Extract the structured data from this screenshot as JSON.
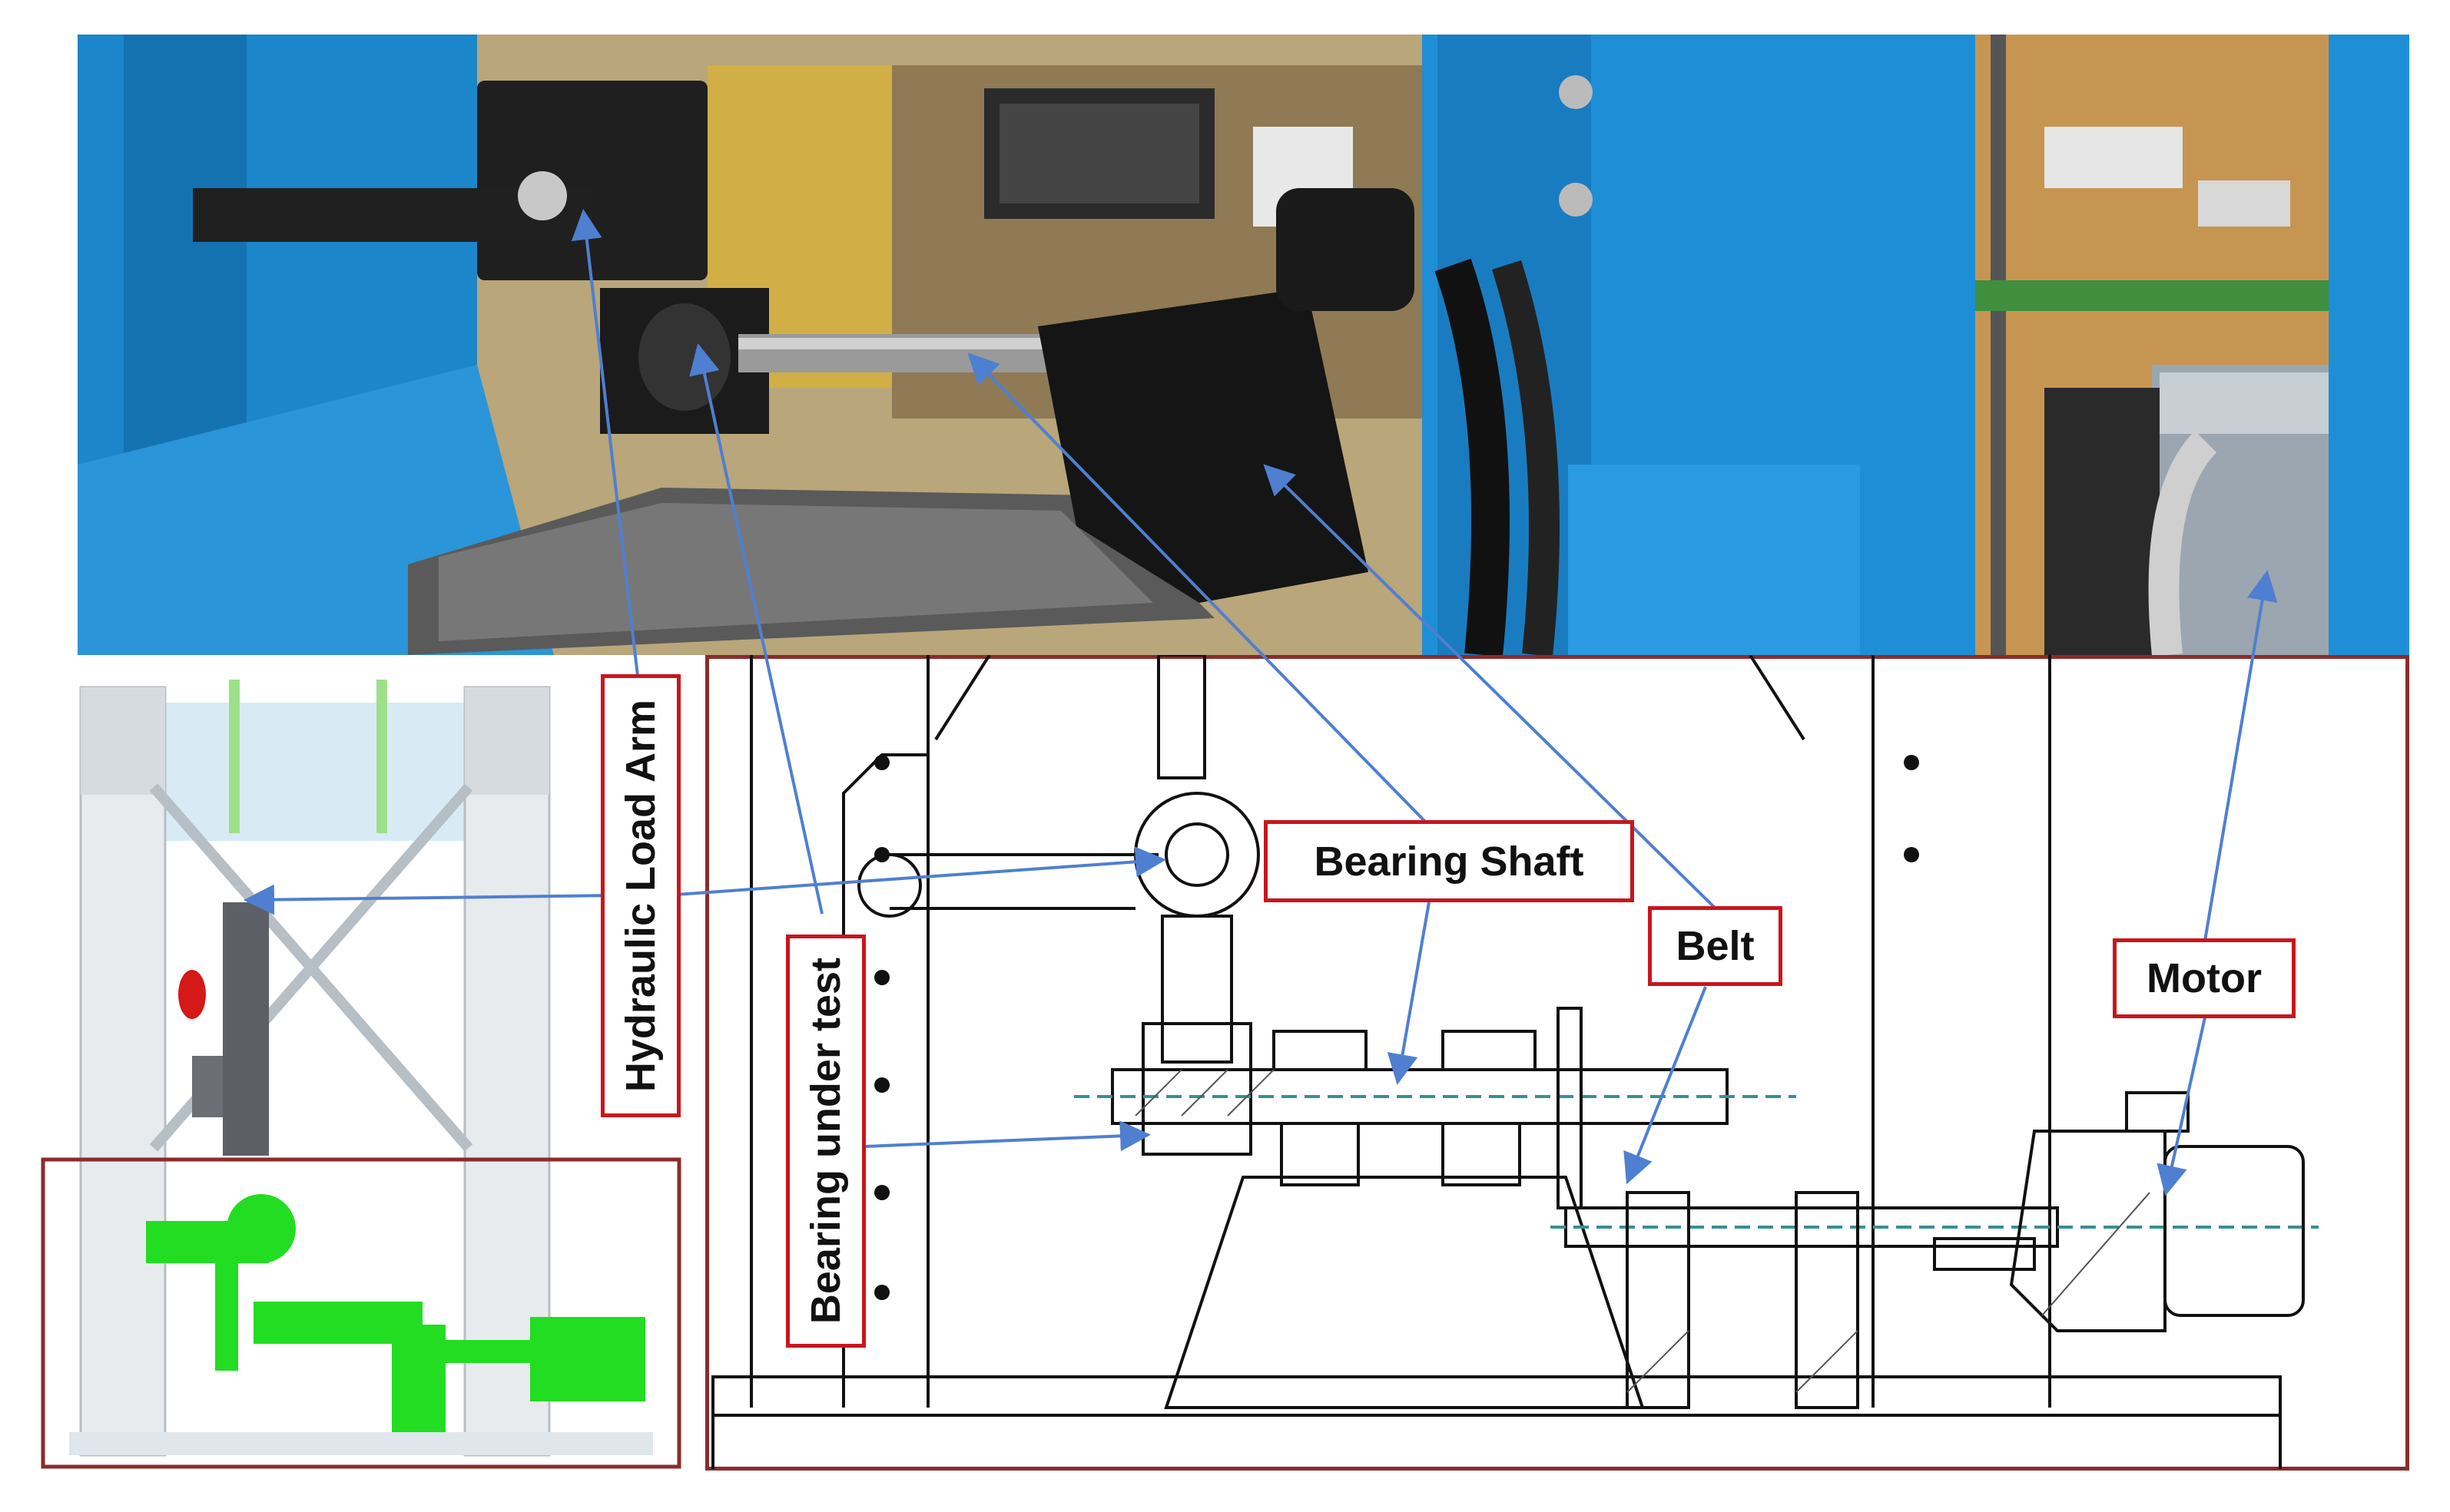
{
  "labels": {
    "hydraulic_load_arm": "Hydraulic Load Arm",
    "bearing_under_test": "Bearing under test",
    "bearing_shaft": "Bearing Shaft",
    "belt": "Belt",
    "motor": "Motor"
  },
  "colors": {
    "frame_border": "#8b2b2b",
    "label_border": "#c8161d",
    "arrow": "#4f7fd0",
    "machine_blue": "#1e8fd6",
    "cad_green": "#22dd22"
  }
}
